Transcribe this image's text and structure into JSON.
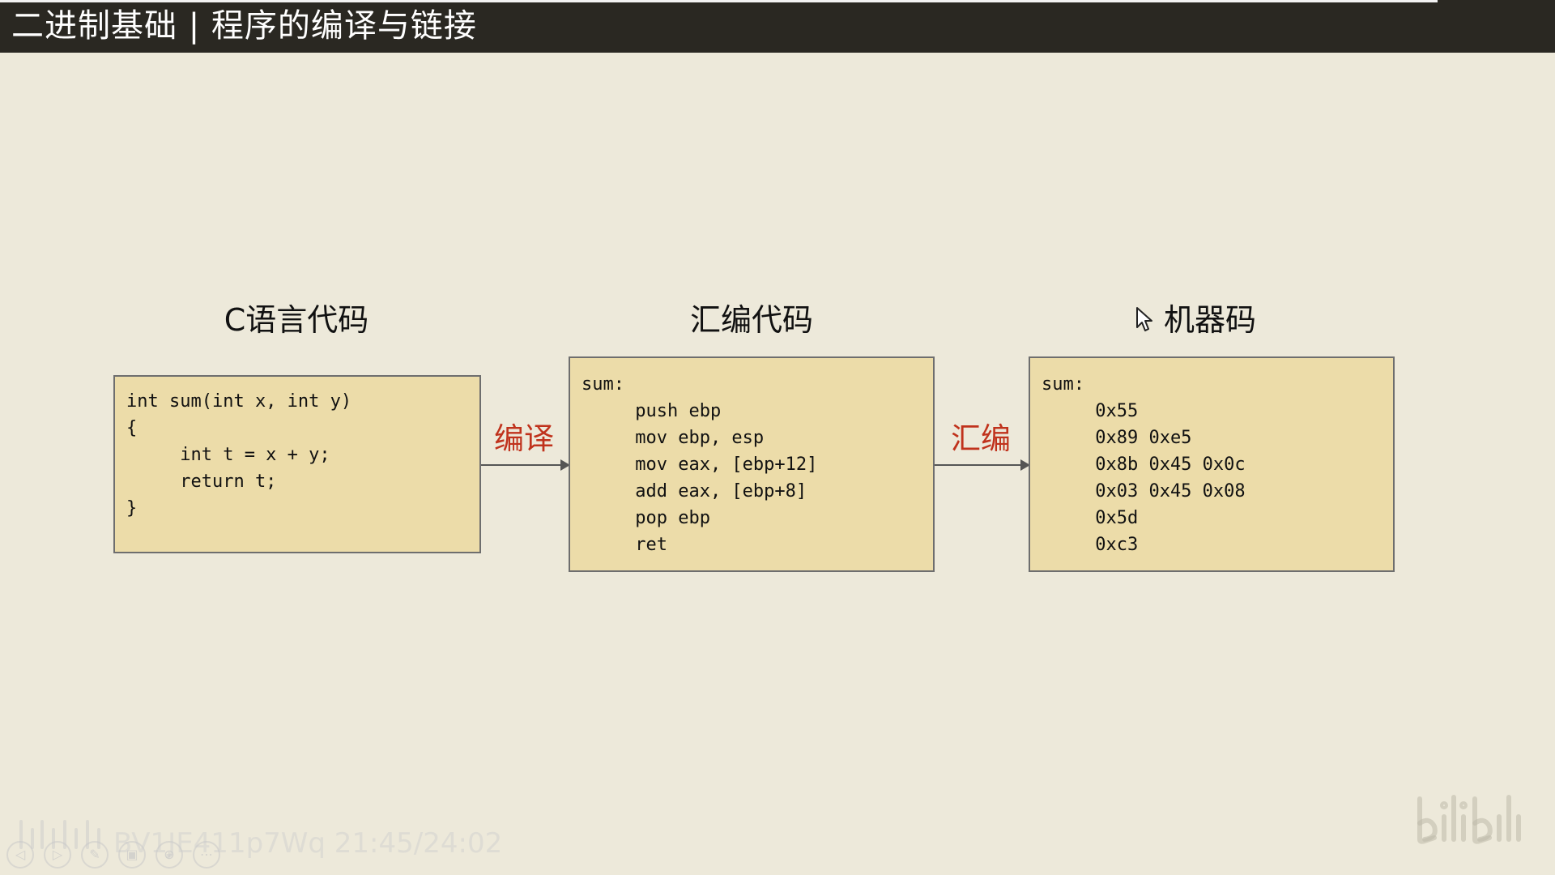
{
  "header": {
    "title": "二进制基础 | 程序的编译与链接"
  },
  "columns": {
    "c_code": {
      "title": "C语言代码",
      "lines": [
        "int sum(int x, int y)",
        "{",
        "     int t = x + y;",
        "     return t;",
        "}"
      ]
    },
    "asm_code": {
      "title": "汇编代码",
      "lines": [
        "sum:",
        "     push ebp",
        "     mov ebp, esp",
        "     mov eax, [ebp+12]",
        "     add eax, [ebp+8]",
        "     pop ebp",
        "     ret"
      ]
    },
    "machine_code": {
      "title": "机器码",
      "lines": [
        "sum:",
        "     0x55",
        "     0x89 0xe5",
        "     0x8b 0x45 0x0c",
        "     0x03 0x45 0x08",
        "     0x5d",
        "     0xc3"
      ]
    }
  },
  "arrows": {
    "compile_label": "编译",
    "assemble_label": "汇编"
  },
  "player": {
    "overlay_text": "BV1JE411p7Wq 21:45/24:02",
    "icons": [
      "prev-icon",
      "next-icon",
      "pen-icon",
      "copy-icon",
      "zoom-icon",
      "more-icon"
    ]
  },
  "colors": {
    "background": "#ede9da",
    "topbar": "#2a2822",
    "code_box": "#ecdca9",
    "arrow_label": "#c0321c"
  }
}
